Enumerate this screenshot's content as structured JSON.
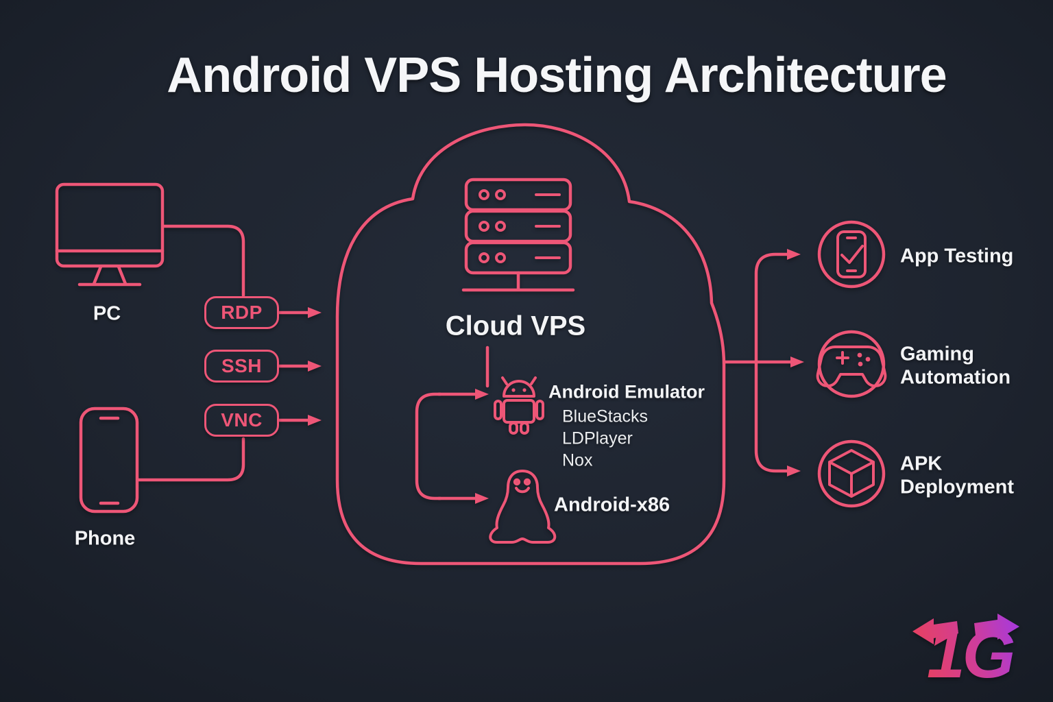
{
  "title": "Android VPS Hosting Architecture",
  "colors": {
    "background": "#1e242f",
    "line": "#ee5677",
    "text": "#f3f4f6"
  },
  "clients": {
    "pc": {
      "icon": "desktop-monitor-icon",
      "label": "PC"
    },
    "phone": {
      "icon": "smartphone-icon",
      "label": "Phone"
    }
  },
  "protocols": [
    {
      "label": "RDP"
    },
    {
      "label": "SSH"
    },
    {
      "label": "VNC"
    }
  ],
  "cloud": {
    "label": "Cloud VPS",
    "icon": "server-rack-icon",
    "emulator": {
      "icon": "android-robot-icon",
      "label": "Android Emulator",
      "items": [
        "BlueStacks",
        "LDPlayer",
        "Nox"
      ]
    },
    "android_x86": {
      "icon": "linux-tux-icon",
      "label": "Android-x86"
    }
  },
  "use_cases": [
    {
      "icon": "phone-check-icon",
      "lines": [
        "App Testing"
      ]
    },
    {
      "icon": "gamepad-icon",
      "lines": [
        "Gaming",
        "Automation"
      ]
    },
    {
      "icon": "package-box-icon",
      "lines": [
        "APK",
        "Deployment"
      ]
    }
  ],
  "logo": {
    "text": "1G",
    "gradient": [
      "#e8415f",
      "#a43ae0"
    ]
  }
}
